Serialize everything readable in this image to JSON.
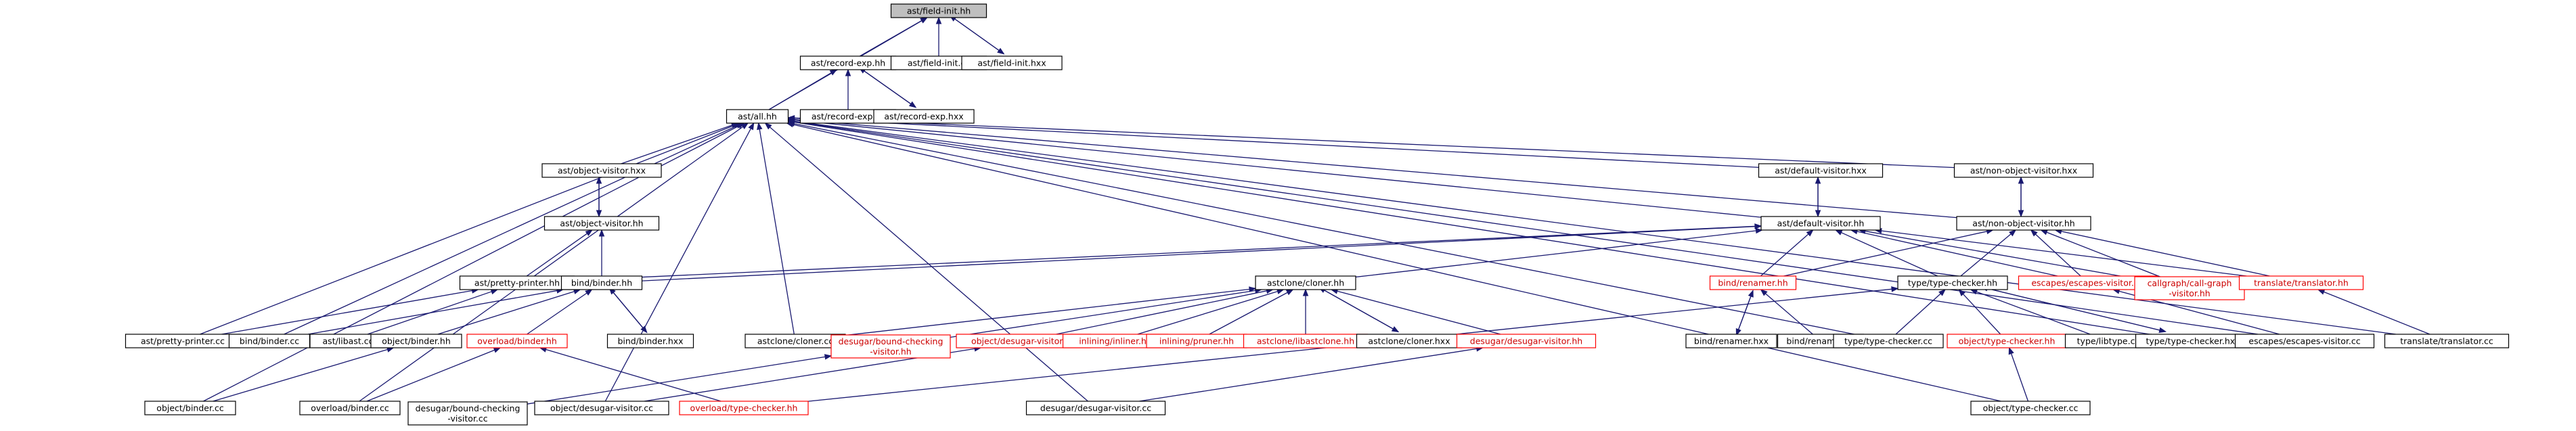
{
  "diagram": {
    "type": "include-dependency-graph",
    "colors": {
      "edge": "#191970",
      "node_border": "#000000",
      "incomplete_border": "#ff0000",
      "root_fill": "#bfbfbf",
      "background": "#ffffff"
    },
    "nodes": [
      {
        "id": "n0",
        "label": "ast/field-init.hh",
        "lines": [
          "ast/field-init.hh"
        ],
        "root": true
      },
      {
        "id": "n1",
        "label": "ast/record-exp.hh",
        "lines": [
          "ast/record-exp.hh"
        ]
      },
      {
        "id": "n2",
        "label": "ast/field-init.cc",
        "lines": [
          "ast/field-init.cc"
        ]
      },
      {
        "id": "n3",
        "label": "ast/field-init.hxx",
        "lines": [
          "ast/field-init.hxx"
        ]
      },
      {
        "id": "n4",
        "label": "ast/all.hh",
        "lines": [
          "ast/all.hh"
        ]
      },
      {
        "id": "n5",
        "label": "ast/record-exp.cc",
        "lines": [
          "ast/record-exp.cc"
        ]
      },
      {
        "id": "n6",
        "label": "ast/record-exp.hxx",
        "lines": [
          "ast/record-exp.hxx"
        ]
      },
      {
        "id": "n7",
        "label": "ast/object-visitor.hxx",
        "lines": [
          "ast/object-visitor.hxx"
        ]
      },
      {
        "id": "n8",
        "label": "ast/default-visitor.hxx",
        "lines": [
          "ast/default-visitor.hxx"
        ]
      },
      {
        "id": "n9",
        "label": "ast/non-object-visitor.hxx",
        "lines": [
          "ast/non-object-visitor.hxx"
        ]
      },
      {
        "id": "n10",
        "label": "ast/object-visitor.hh",
        "lines": [
          "ast/object-visitor.hh"
        ]
      },
      {
        "id": "n11",
        "label": "ast/default-visitor.hh",
        "lines": [
          "ast/default-visitor.hh"
        ]
      },
      {
        "id": "n12",
        "label": "ast/non-object-visitor.hh",
        "lines": [
          "ast/non-object-visitor.hh"
        ]
      },
      {
        "id": "n13",
        "label": "ast/pretty-printer.hh",
        "lines": [
          "ast/pretty-printer.hh"
        ]
      },
      {
        "id": "n14",
        "label": "bind/binder.hh",
        "lines": [
          "bind/binder.hh"
        ]
      },
      {
        "id": "n15",
        "label": "astclone/cloner.hh",
        "lines": [
          "astclone/cloner.hh"
        ]
      },
      {
        "id": "n16",
        "label": "bind/renamer.hh",
        "lines": [
          "bind/renamer.hh"
        ],
        "incomplete": true
      },
      {
        "id": "n17",
        "label": "type/type-checker.hh",
        "lines": [
          "type/type-checker.hh"
        ]
      },
      {
        "id": "n18",
        "label": "escapes/escapes-visitor.hh",
        "lines": [
          "escapes/escapes-visitor.hh"
        ],
        "incomplete": true
      },
      {
        "id": "n19",
        "label": "callgraph/call-graph-visitor.hh",
        "lines": [
          "callgraph/call-graph",
          "-visitor.hh"
        ],
        "incomplete": true
      },
      {
        "id": "n20",
        "label": "translate/translator.hh",
        "lines": [
          "translate/translator.hh"
        ],
        "incomplete": true
      },
      {
        "id": "n21",
        "label": "ast/pretty-printer.cc",
        "lines": [
          "ast/pretty-printer.cc"
        ]
      },
      {
        "id": "n22",
        "label": "bind/binder.cc",
        "lines": [
          "bind/binder.cc"
        ]
      },
      {
        "id": "n23",
        "label": "ast/libast.cc",
        "lines": [
          "ast/libast.cc"
        ]
      },
      {
        "id": "n24",
        "label": "object/binder.hh",
        "lines": [
          "object/binder.hh"
        ]
      },
      {
        "id": "n25",
        "label": "overload/binder.hh",
        "lines": [
          "overload/binder.hh"
        ],
        "incomplete": true
      },
      {
        "id": "n26",
        "label": "bind/binder.hxx",
        "lines": [
          "bind/binder.hxx"
        ]
      },
      {
        "id": "n27",
        "label": "astclone/cloner.cc",
        "lines": [
          "astclone/cloner.cc"
        ]
      },
      {
        "id": "n28",
        "label": "desugar/bound-checking-visitor.hh",
        "lines": [
          "desugar/bound-checking",
          "-visitor.hh"
        ],
        "incomplete": true
      },
      {
        "id": "n29",
        "label": "object/desugar-visitor.hh",
        "lines": [
          "object/desugar-visitor.hh"
        ],
        "incomplete": true
      },
      {
        "id": "n30",
        "label": "inlining/inliner.hh",
        "lines": [
          "inlining/inliner.hh"
        ],
        "incomplete": true
      },
      {
        "id": "n31",
        "label": "inlining/pruner.hh",
        "lines": [
          "inlining/pruner.hh"
        ],
        "incomplete": true
      },
      {
        "id": "n32",
        "label": "astclone/libastclone.hh",
        "lines": [
          "astclone/libastclone.hh"
        ],
        "incomplete": true
      },
      {
        "id": "n33",
        "label": "astclone/cloner.hxx",
        "lines": [
          "astclone/cloner.hxx"
        ]
      },
      {
        "id": "n34",
        "label": "desugar/desugar-visitor.hh",
        "lines": [
          "desugar/desugar-visitor.hh"
        ],
        "incomplete": true
      },
      {
        "id": "n35",
        "label": "bind/renamer.hxx",
        "lines": [
          "bind/renamer.hxx"
        ]
      },
      {
        "id": "n36",
        "label": "bind/renamer.cc",
        "lines": [
          "bind/renamer.cc"
        ]
      },
      {
        "id": "n37",
        "label": "type/type-checker.cc",
        "lines": [
          "type/type-checker.cc"
        ]
      },
      {
        "id": "n38",
        "label": "object/type-checker.hh",
        "lines": [
          "object/type-checker.hh"
        ],
        "incomplete": true
      },
      {
        "id": "n39",
        "label": "type/libtype.cc",
        "lines": [
          "type/libtype.cc"
        ]
      },
      {
        "id": "n40",
        "label": "type/type-checker.hxx",
        "lines": [
          "type/type-checker.hxx"
        ]
      },
      {
        "id": "n41",
        "label": "escapes/escapes-visitor.cc",
        "lines": [
          "escapes/escapes-visitor.cc"
        ]
      },
      {
        "id": "n42",
        "label": "translate/translator.cc",
        "lines": [
          "translate/translator.cc"
        ]
      },
      {
        "id": "n43",
        "label": "object/binder.cc",
        "lines": [
          "object/binder.cc"
        ]
      },
      {
        "id": "n44",
        "label": "overload/binder.cc",
        "lines": [
          "overload/binder.cc"
        ]
      },
      {
        "id": "n45",
        "label": "desugar/bound-checking-visitor.cc",
        "lines": [
          "desugar/bound-checking",
          "-visitor.cc"
        ]
      },
      {
        "id": "n46",
        "label": "object/desugar-visitor.cc",
        "lines": [
          "object/desugar-visitor.cc"
        ]
      },
      {
        "id": "n47",
        "label": "overload/type-checker.hh",
        "lines": [
          "overload/type-checker.hh"
        ],
        "incomplete": true
      },
      {
        "id": "n48",
        "label": "desugar/desugar-visitor.cc",
        "lines": [
          "desugar/desugar-visitor.cc"
        ]
      },
      {
        "id": "n49",
        "label": "object/type-checker.cc",
        "lines": [
          "object/type-checker.cc"
        ]
      }
    ],
    "edges": [
      [
        "n0",
        "n1"
      ],
      [
        "n0",
        "n2"
      ],
      [
        "n0",
        "n3"
      ],
      [
        "n0",
        "n4"
      ],
      [
        "n3",
        "n0"
      ],
      [
        "n1",
        "n4"
      ],
      [
        "n1",
        "n5"
      ],
      [
        "n1",
        "n6"
      ],
      [
        "n6",
        "n1"
      ],
      [
        "n4",
        "n7"
      ],
      [
        "n4",
        "n8"
      ],
      [
        "n4",
        "n9"
      ],
      [
        "n4",
        "n11"
      ],
      [
        "n4",
        "n12"
      ],
      [
        "n4",
        "n21"
      ],
      [
        "n4",
        "n22"
      ],
      [
        "n4",
        "n27"
      ],
      [
        "n4",
        "n37"
      ],
      [
        "n4",
        "n40"
      ],
      [
        "n4",
        "n41"
      ],
      [
        "n4",
        "n42"
      ],
      [
        "n4",
        "n43"
      ],
      [
        "n4",
        "n44"
      ],
      [
        "n4",
        "n46"
      ],
      [
        "n4",
        "n48"
      ],
      [
        "n4",
        "n49"
      ],
      [
        "n7",
        "n10"
      ],
      [
        "n10",
        "n7"
      ],
      [
        "n10",
        "n13"
      ],
      [
        "n10",
        "n14"
      ],
      [
        "n8",
        "n11"
      ],
      [
        "n11",
        "n8"
      ],
      [
        "n9",
        "n12"
      ],
      [
        "n12",
        "n9"
      ],
      [
        "n11",
        "n13"
      ],
      [
        "n11",
        "n14"
      ],
      [
        "n11",
        "n15"
      ],
      [
        "n11",
        "n16"
      ],
      [
        "n11",
        "n17"
      ],
      [
        "n11",
        "n18"
      ],
      [
        "n11",
        "n19"
      ],
      [
        "n11",
        "n20"
      ],
      [
        "n12",
        "n16"
      ],
      [
        "n12",
        "n17"
      ],
      [
        "n12",
        "n18"
      ],
      [
        "n12",
        "n19"
      ],
      [
        "n12",
        "n20"
      ],
      [
        "n13",
        "n21"
      ],
      [
        "n13",
        "n23"
      ],
      [
        "n14",
        "n22"
      ],
      [
        "n14",
        "n24"
      ],
      [
        "n14",
        "n25"
      ],
      [
        "n14",
        "n26"
      ],
      [
        "n26",
        "n14"
      ],
      [
        "n24",
        "n43"
      ],
      [
        "n25",
        "n44"
      ],
      [
        "n25",
        "n47"
      ],
      [
        "n15",
        "n27"
      ],
      [
        "n15",
        "n28"
      ],
      [
        "n15",
        "n29"
      ],
      [
        "n15",
        "n30"
      ],
      [
        "n15",
        "n31"
      ],
      [
        "n15",
        "n32"
      ],
      [
        "n15",
        "n33"
      ],
      [
        "n15",
        "n34"
      ],
      [
        "n33",
        "n15"
      ],
      [
        "n28",
        "n45"
      ],
      [
        "n29",
        "n46"
      ],
      [
        "n34",
        "n48"
      ],
      [
        "n16",
        "n35"
      ],
      [
        "n16",
        "n36"
      ],
      [
        "n35",
        "n16"
      ],
      [
        "n17",
        "n37"
      ],
      [
        "n17",
        "n38"
      ],
      [
        "n17",
        "n39"
      ],
      [
        "n17",
        "n40"
      ],
      [
        "n17",
        "n47"
      ],
      [
        "n40",
        "n17"
      ],
      [
        "n18",
        "n41"
      ],
      [
        "n20",
        "n42"
      ],
      [
        "n38",
        "n49"
      ]
    ]
  }
}
